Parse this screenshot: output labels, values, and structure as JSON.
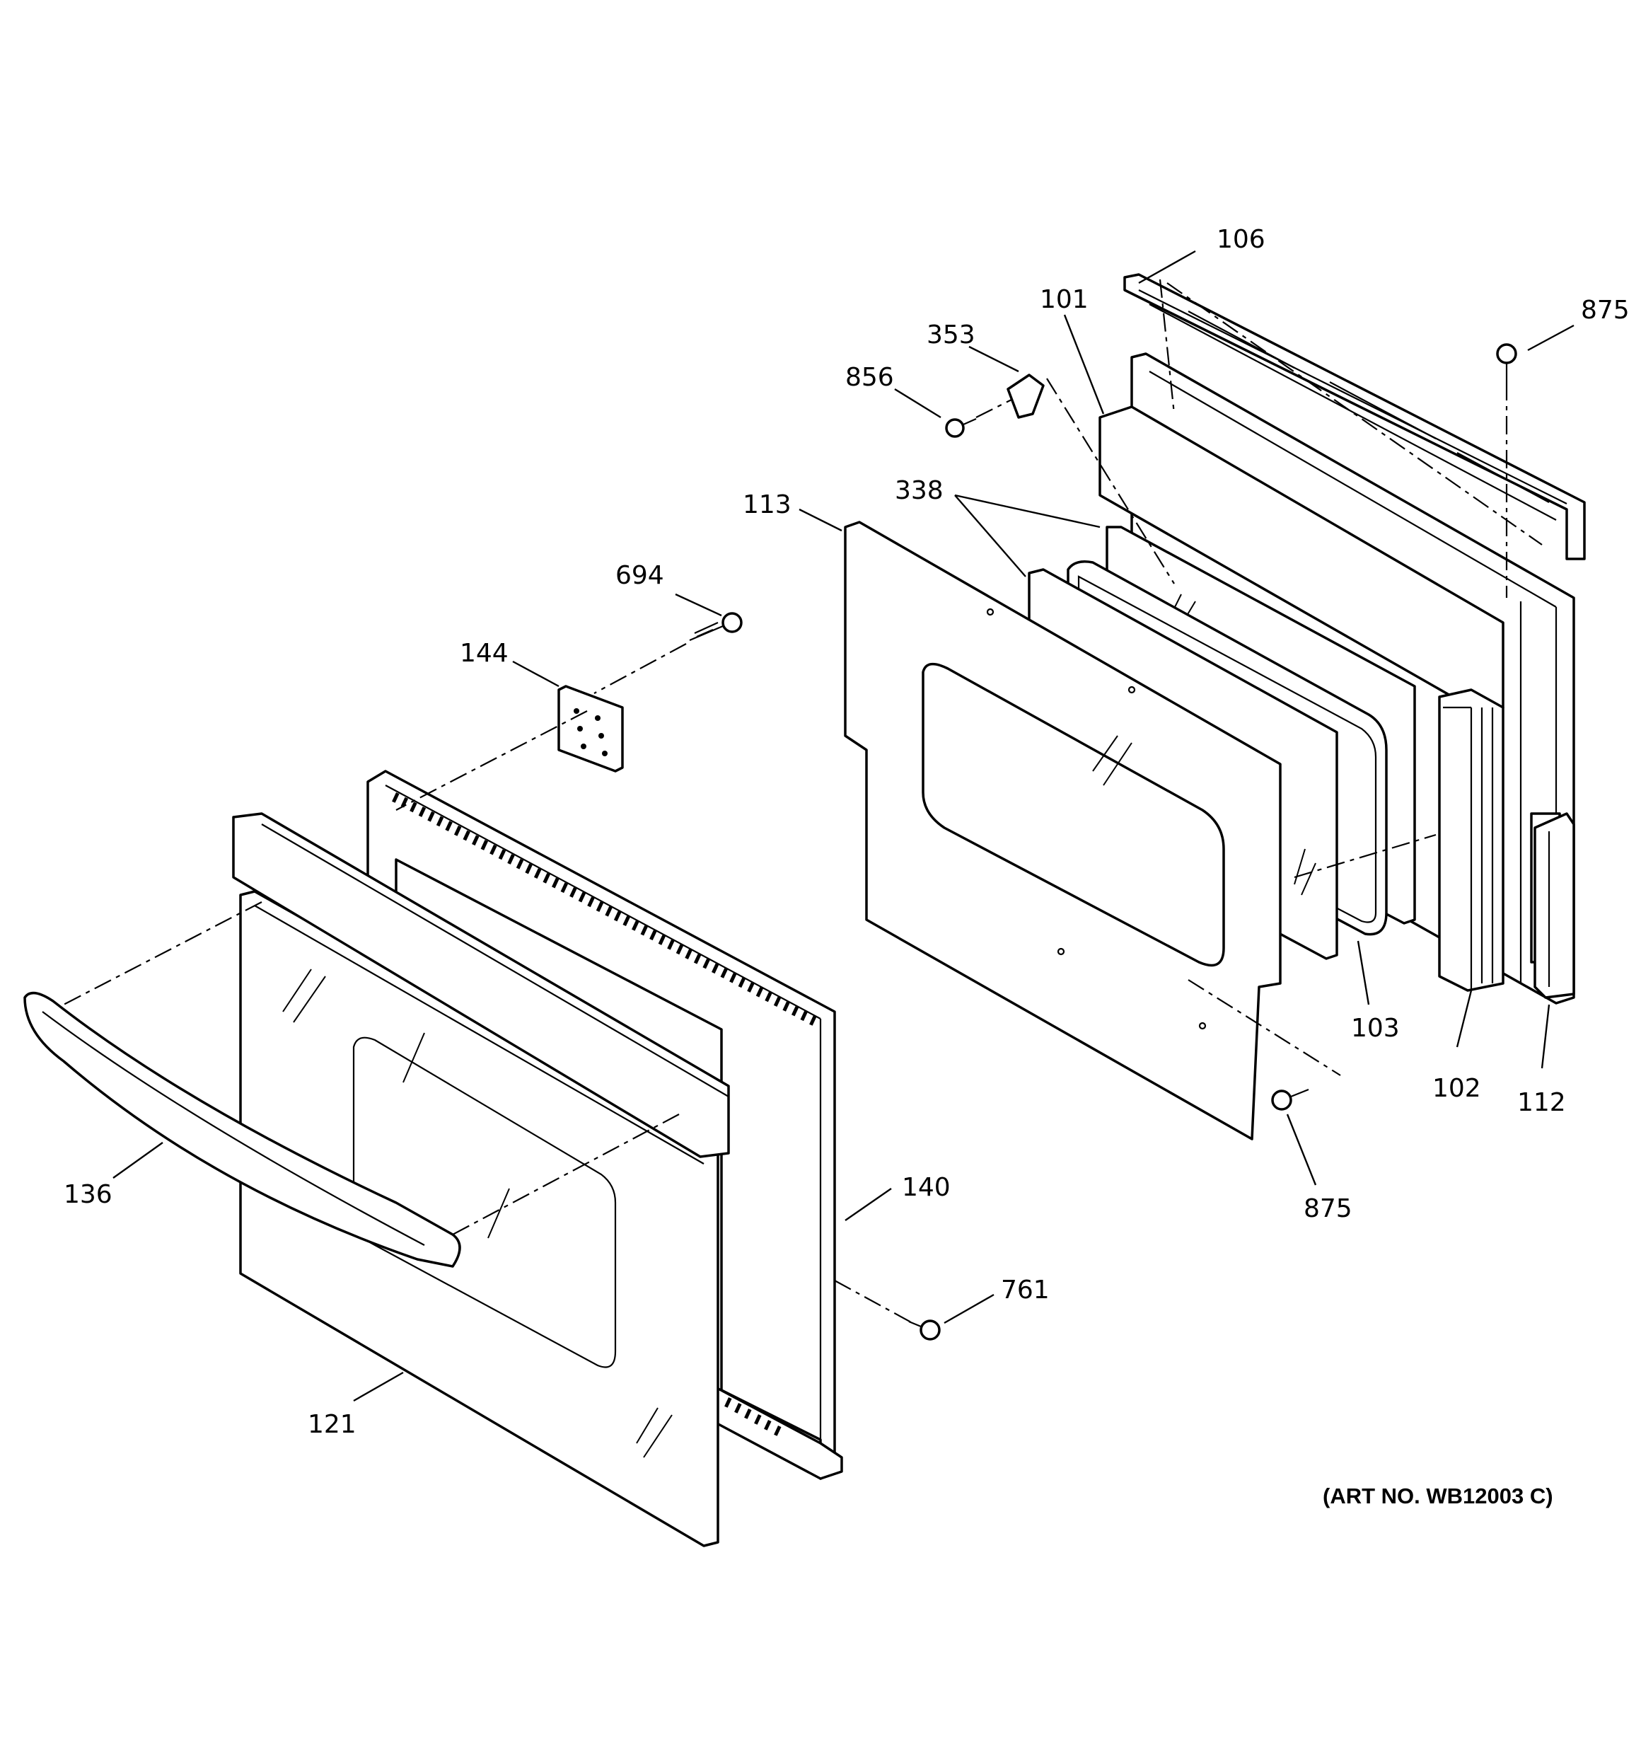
{
  "diagram": {
    "callouts": {
      "p106": "106",
      "p101": "101",
      "p875_top": "875",
      "p353": "353",
      "p856": "856",
      "p338": "338",
      "p113": "113",
      "p694": "694",
      "p144": "144",
      "p103": "103",
      "p102": "102",
      "p112": "112",
      "p875_bottom": "875",
      "p136": "136",
      "p140": "140",
      "p761": "761",
      "p121": "121"
    },
    "art_number": "(ART NO. WB12003 C)"
  }
}
